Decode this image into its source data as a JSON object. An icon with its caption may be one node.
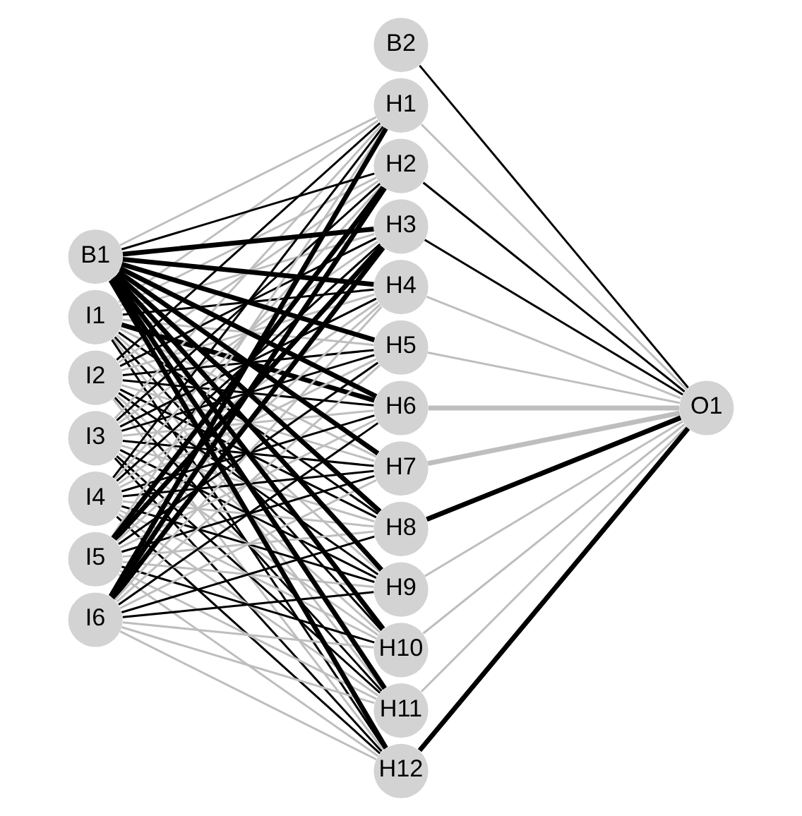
{
  "diagram": {
    "nodes": [
      {
        "text": [
          "I1"
        ]
      },
      {
        "text": [
          "I2"
        ]
      },
      {
        "text": [
          "I3"
        ]
      },
      {
        "text": [
          "I4"
        ]
      },
      {
        "text": [
          "I5"
        ]
      },
      {
        "text": [
          "I6"
        ]
      },
      {
        "text": [
          "B1"
        ]
      },
      {
        "text": [
          "H1"
        ]
      },
      {
        "text": [
          "H2"
        ]
      },
      {
        "text": [
          "H3"
        ]
      },
      {
        "text": [
          "H4"
        ]
      },
      {
        "text": [
          "H5"
        ]
      },
      {
        "text": [
          "H6"
        ]
      },
      {
        "text": [
          "H7"
        ]
      },
      {
        "text": [
          "H8"
        ]
      },
      {
        "text": [
          "H9"
        ]
      },
      {
        "text": [
          "H10"
        ]
      },
      {
        "text": [
          "H11"
        ]
      },
      {
        "text": [
          "H12"
        ]
      },
      {
        "text": [
          "B2"
        ]
      },
      {
        "text": [
          "O1"
        ]
      }
    ],
    "edges": [
      {
        "from": 6,
        "to": 7,
        "arrow": "none",
        "color": "#bebebe"
      },
      {
        "from": 6,
        "to": 8,
        "arrow": "none"
      },
      {
        "from": 6,
        "to": 9,
        "arrow": "none",
        "style": "thick"
      },
      {
        "from": 6,
        "to": 10,
        "arrow": "none",
        "style": "thick"
      },
      {
        "from": 6,
        "to": 11,
        "arrow": "none",
        "style": "thick"
      },
      {
        "from": 6,
        "to": 12,
        "arrow": "none",
        "style": "thick"
      },
      {
        "from": 6,
        "to": 13,
        "arrow": "none",
        "style": "thick"
      },
      {
        "from": 6,
        "to": 14,
        "arrow": "none",
        "style": "thick"
      },
      {
        "from": 6,
        "to": 15,
        "arrow": "none",
        "style": "thick"
      },
      {
        "from": 6,
        "to": 16,
        "arrow": "none",
        "style": "thick"
      },
      {
        "from": 6,
        "to": 17,
        "arrow": "none",
        "style": "thick"
      },
      {
        "from": 6,
        "to": 18,
        "arrow": "none",
        "style": "thick"
      },
      {
        "from": 0,
        "to": 7,
        "arrow": "none",
        "color": "#bebebe"
      },
      {
        "from": 0,
        "to": 8,
        "arrow": "none",
        "color": "#bebebe"
      },
      {
        "from": 0,
        "to": 9,
        "arrow": "none",
        "color": "#bebebe"
      },
      {
        "from": 0,
        "to": 10,
        "arrow": "none"
      },
      {
        "from": 0,
        "to": 11,
        "arrow": "none",
        "color": "#bebebe"
      },
      {
        "from": 0,
        "to": 12,
        "arrow": "none",
        "style": "thick"
      },
      {
        "from": 0,
        "to": 13,
        "arrow": "none",
        "color": "#bebebe"
      },
      {
        "from": 0,
        "to": 14,
        "arrow": "none"
      },
      {
        "from": 0,
        "to": 15,
        "arrow": "none",
        "color": "#bebebe"
      },
      {
        "from": 0,
        "to": 16,
        "arrow": "none"
      },
      {
        "from": 0,
        "to": 17,
        "arrow": "none",
        "color": "#bebebe"
      },
      {
        "from": 0,
        "to": 18,
        "arrow": "none"
      },
      {
        "from": 1,
        "to": 7,
        "arrow": "none"
      },
      {
        "from": 1,
        "to": 8,
        "arrow": "none",
        "color": "#bebebe"
      },
      {
        "from": 1,
        "to": 9,
        "arrow": "none"
      },
      {
        "from": 1,
        "to": 10,
        "arrow": "none",
        "color": "#bebebe"
      },
      {
        "from": 1,
        "to": 11,
        "arrow": "none"
      },
      {
        "from": 1,
        "to": 12,
        "arrow": "none"
      },
      {
        "from": 1,
        "to": 13,
        "arrow": "none",
        "color": "#bebebe"
      },
      {
        "from": 1,
        "to": 14,
        "arrow": "none"
      },
      {
        "from": 1,
        "to": 15,
        "arrow": "none"
      },
      {
        "from": 1,
        "to": 16,
        "arrow": "none",
        "color": "#bebebe"
      },
      {
        "from": 1,
        "to": 17,
        "arrow": "none"
      },
      {
        "from": 1,
        "to": 18,
        "arrow": "none",
        "color": "#bebebe"
      },
      {
        "from": 2,
        "to": 7,
        "arrow": "none",
        "color": "#bebebe"
      },
      {
        "from": 2,
        "to": 8,
        "arrow": "none"
      },
      {
        "from": 2,
        "to": 9,
        "arrow": "none",
        "color": "#bebebe"
      },
      {
        "from": 2,
        "to": 10,
        "arrow": "none"
      },
      {
        "from": 2,
        "to": 11,
        "arrow": "none"
      },
      {
        "from": 2,
        "to": 12,
        "arrow": "none",
        "color": "#bebebe"
      },
      {
        "from": 2,
        "to": 13,
        "arrow": "none"
      },
      {
        "from": 2,
        "to": 14,
        "arrow": "none",
        "color": "#bebebe"
      },
      {
        "from": 2,
        "to": 15,
        "arrow": "none"
      },
      {
        "from": 2,
        "to": 16,
        "arrow": "none",
        "color": "#bebebe"
      },
      {
        "from": 2,
        "to": 17,
        "arrow": "none"
      },
      {
        "from": 2,
        "to": 18,
        "arrow": "none"
      },
      {
        "from": 3,
        "to": 7,
        "arrow": "none"
      },
      {
        "from": 3,
        "to": 8,
        "arrow": "none",
        "color": "#bebebe"
      },
      {
        "from": 3,
        "to": 9,
        "arrow": "none"
      },
      {
        "from": 3,
        "to": 10,
        "arrow": "none",
        "color": "#bebebe"
      },
      {
        "from": 3,
        "to": 11,
        "arrow": "none",
        "color": "#bebebe"
      },
      {
        "from": 3,
        "to": 12,
        "arrow": "none"
      },
      {
        "from": 3,
        "to": 13,
        "arrow": "none"
      },
      {
        "from": 3,
        "to": 14,
        "arrow": "none",
        "color": "#bebebe"
      },
      {
        "from": 3,
        "to": 15,
        "arrow": "none"
      },
      {
        "from": 3,
        "to": 16,
        "arrow": "none",
        "color": "#bebebe"
      },
      {
        "from": 3,
        "to": 17,
        "arrow": "none",
        "color": "#bebebe"
      },
      {
        "from": 3,
        "to": 18,
        "arrow": "none"
      },
      {
        "from": 4,
        "to": 7,
        "arrow": "none",
        "color": "#bebebe"
      },
      {
        "from": 4,
        "to": 8,
        "arrow": "none",
        "style": "thick"
      },
      {
        "from": 4,
        "to": 9,
        "arrow": "none",
        "style": "thick"
      },
      {
        "from": 4,
        "to": 10,
        "arrow": "none",
        "color": "#bebebe"
      },
      {
        "from": 4,
        "to": 11,
        "arrow": "none"
      },
      {
        "from": 4,
        "to": 12,
        "arrow": "none",
        "color": "#bebebe"
      },
      {
        "from": 4,
        "to": 13,
        "arrow": "none"
      },
      {
        "from": 4,
        "to": 14,
        "arrow": "none",
        "color": "#bebebe"
      },
      {
        "from": 4,
        "to": 15,
        "arrow": "none",
        "color": "#bebebe"
      },
      {
        "from": 4,
        "to": 16,
        "arrow": "none"
      },
      {
        "from": 4,
        "to": 17,
        "arrow": "none",
        "color": "#bebebe"
      },
      {
        "from": 4,
        "to": 18,
        "arrow": "none",
        "color": "#bebebe"
      },
      {
        "from": 5,
        "to": 7,
        "arrow": "none",
        "style": "thick"
      },
      {
        "from": 5,
        "to": 8,
        "arrow": "none",
        "style": "thick"
      },
      {
        "from": 5,
        "to": 9,
        "arrow": "none",
        "style": "thick"
      },
      {
        "from": 5,
        "to": 10,
        "arrow": "none",
        "color": "#bebebe"
      },
      {
        "from": 5,
        "to": 11,
        "arrow": "none",
        "color": "#bebebe"
      },
      {
        "from": 5,
        "to": 12,
        "arrow": "none"
      },
      {
        "from": 5,
        "to": 13,
        "arrow": "none",
        "color": "#bebebe"
      },
      {
        "from": 5,
        "to": 14,
        "arrow": "none"
      },
      {
        "from": 5,
        "to": 15,
        "arrow": "none"
      },
      {
        "from": 5,
        "to": 16,
        "arrow": "none",
        "color": "#bebebe"
      },
      {
        "from": 5,
        "to": 17,
        "arrow": "none",
        "color": "#bebebe"
      },
      {
        "from": 5,
        "to": 18,
        "arrow": "none",
        "color": "#bebebe"
      },
      {
        "from": 19,
        "to": 20,
        "arrow": "none"
      },
      {
        "from": 7,
        "to": 20,
        "arrow": "none",
        "color": "#bebebe"
      },
      {
        "from": 8,
        "to": 20,
        "arrow": "none"
      },
      {
        "from": 9,
        "to": 20,
        "arrow": "none"
      },
      {
        "from": 10,
        "to": 20,
        "arrow": "none",
        "color": "#bebebe"
      },
      {
        "from": 11,
        "to": 20,
        "arrow": "none",
        "color": "#bebebe"
      },
      {
        "from": 12,
        "to": 20,
        "arrow": "none",
        "color": "#bebebe",
        "style": "thick"
      },
      {
        "from": 13,
        "to": 20,
        "arrow": "none",
        "color": "#bebebe",
        "style": "thick"
      },
      {
        "from": 14,
        "to": 20,
        "arrow": "none",
        "style": "thick"
      },
      {
        "from": 15,
        "to": 20,
        "arrow": "none",
        "color": "#bebebe"
      },
      {
        "from": 16,
        "to": 20,
        "arrow": "none",
        "color": "#bebebe"
      },
      {
        "from": 17,
        "to": 20,
        "arrow": "none",
        "color": "#bebebe"
      },
      {
        "from": 18,
        "to": 20,
        "arrow": "none",
        "style": "thick"
      }
    ]
  }
}
